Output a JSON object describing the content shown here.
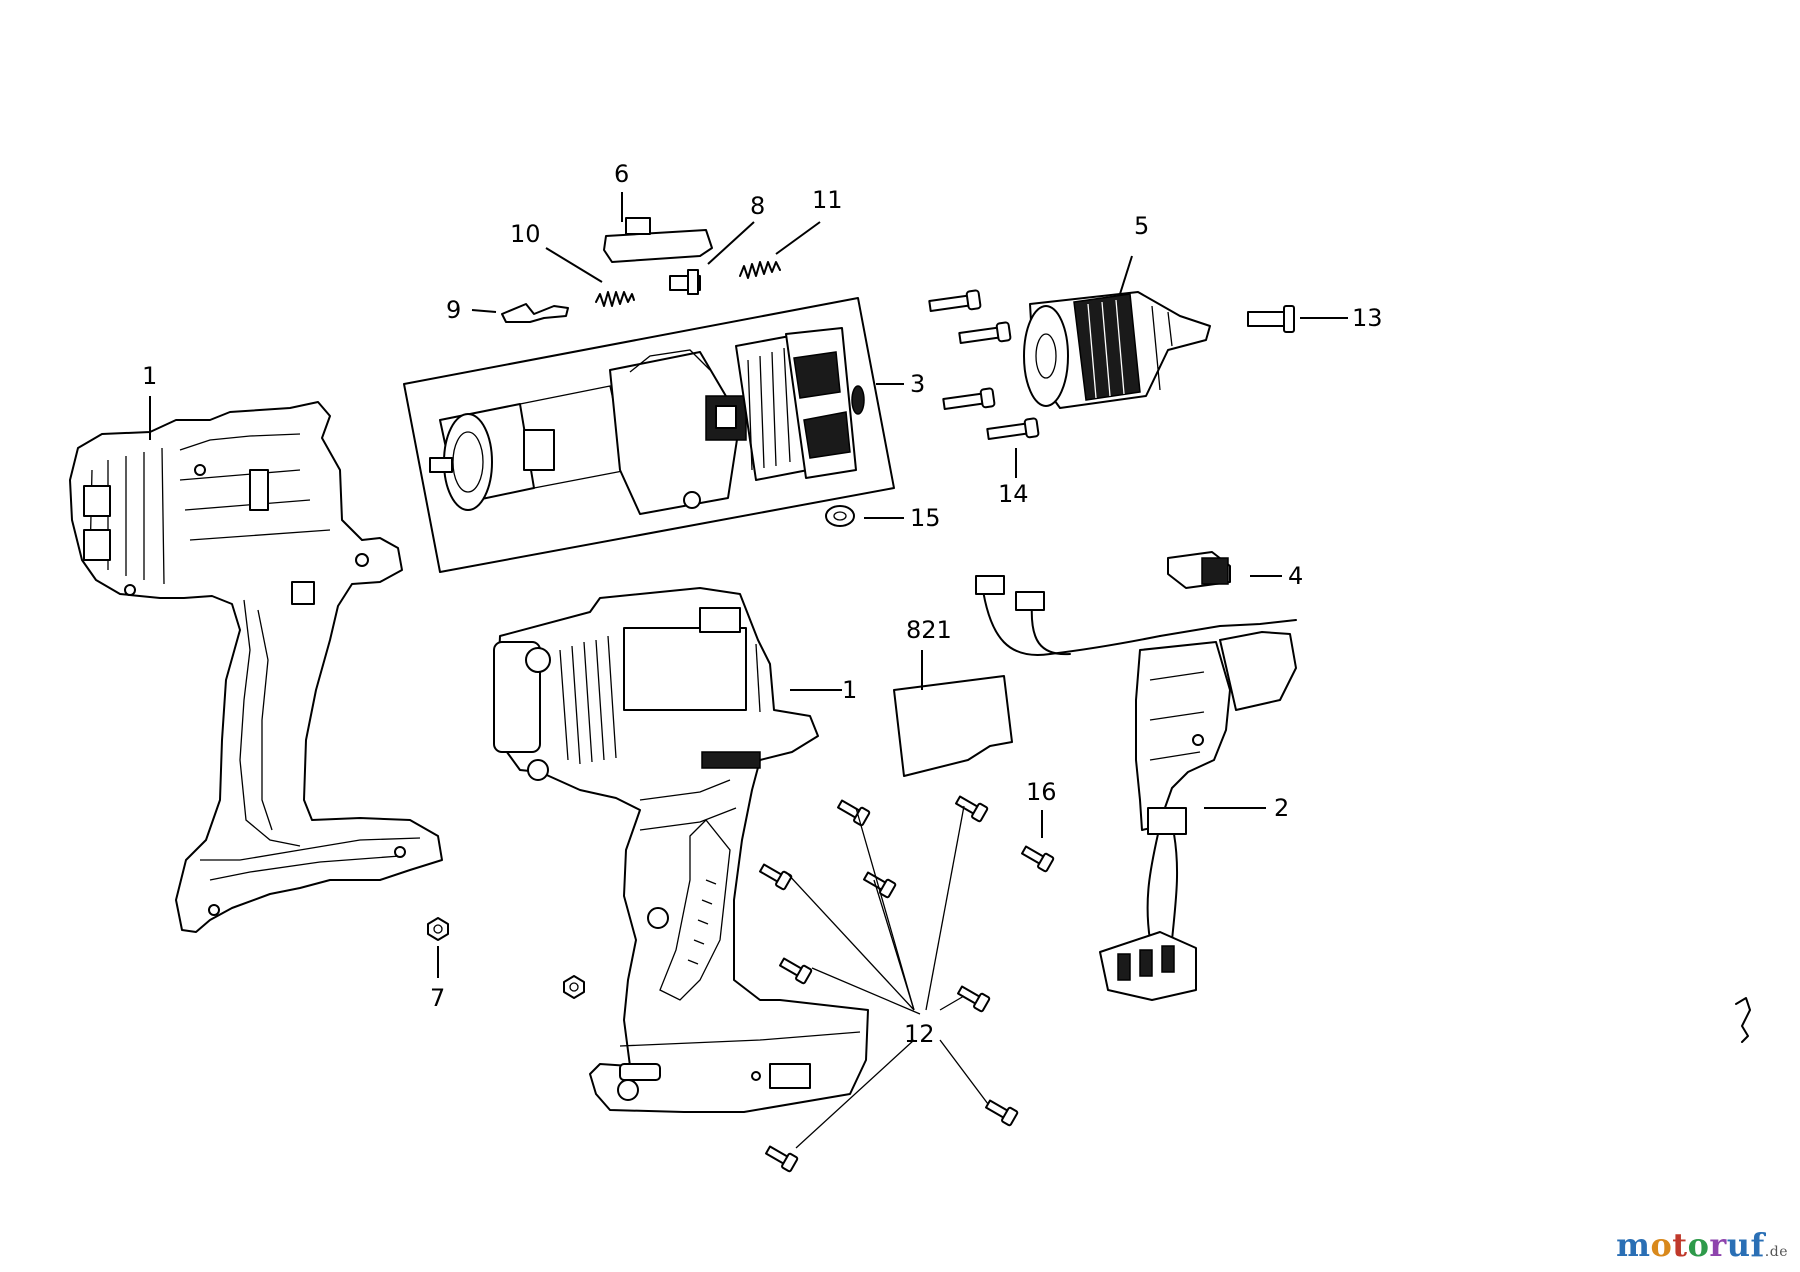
{
  "callouts": [
    {
      "id": "c1a",
      "label": "1"
    },
    {
      "id": "c1b",
      "label": "1"
    },
    {
      "id": "c2",
      "label": "2"
    },
    {
      "id": "c3",
      "label": "3"
    },
    {
      "id": "c4",
      "label": "4"
    },
    {
      "id": "c5",
      "label": "5"
    },
    {
      "id": "c6",
      "label": "6"
    },
    {
      "id": "c7",
      "label": "7"
    },
    {
      "id": "c8",
      "label": "8"
    },
    {
      "id": "c9",
      "label": "9"
    },
    {
      "id": "c10",
      "label": "10"
    },
    {
      "id": "c11",
      "label": "11"
    },
    {
      "id": "c12",
      "label": "12"
    },
    {
      "id": "c13",
      "label": "13"
    },
    {
      "id": "c14",
      "label": "14"
    },
    {
      "id": "c15",
      "label": "15"
    },
    {
      "id": "c16",
      "label": "16"
    },
    {
      "id": "c821",
      "label": "821"
    }
  ],
  "logo": {
    "main": "motoruf",
    "suffix": ".de"
  },
  "logo_colors": [
    "#2a6fb5",
    "#d9891c",
    "#c0392b",
    "#2e9a4a",
    "#8e44ad",
    "#2a6fb5"
  ]
}
